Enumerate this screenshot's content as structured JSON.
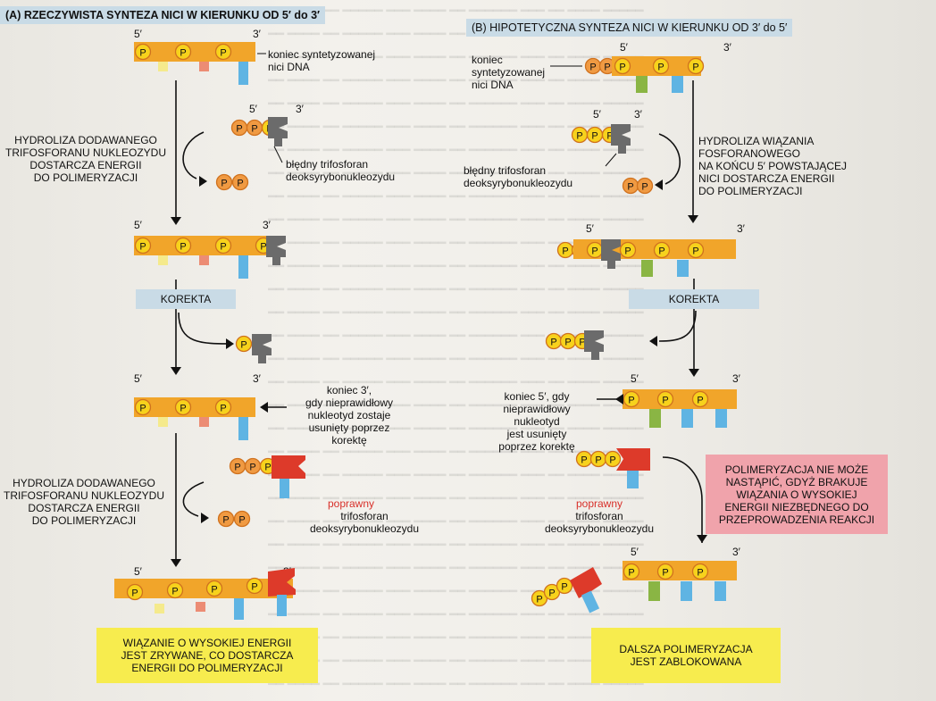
{
  "panelA": {
    "title": "(A)  RZECZYWISTA SYNTEZA NICI W KIERUNKU OD 5′ do 3′",
    "end_label": "koniec syntetyzowanej\nnici DNA",
    "hydrolysis_1": "HYDROLIZA DODAWANEGO\nTRIFOSFORANU NUKLEOZYDU\nDOSTARCZA ENERGII\nDO POLIMERYZACJI",
    "wrong_triphosphate": "błędny trifosforan\ndeoksyrybonukleozydu",
    "korekta": "KOREKTA",
    "proofread_note": "koniec 3′,\ngdy nieprawidłowy\nnukleotyd zostaje\nusunięty poprzez\nkorektę",
    "hydrolysis_2": "HYDROLIZA DODAWANEGO\nTRIFOSFORANU NUKLEOZYDU\nDOSTARCZA ENERGII\nDO POLIMERYZACJI",
    "correct_word": "poprawny",
    "correct_rest": "trifosforan\ndeoksyrybonukleozydu",
    "conclusion": "WIĄZANIE O WYSOKIEJ ENERGII\nJEST ZRYWANE, CO DOSTARCZA\nENERGII DO POLIMERYZACJI"
  },
  "panelB": {
    "title": "(B)  HIPOTETYCZNA SYNTEZA NICI W KIERUNKU OD 3′ do 5′",
    "end_label": "koniec\nsyntetyzowanej\nnici DNA",
    "hydrolysis": "HYDROLIZA WIĄZANIA\nFOSFORANOWEGO\nNA KOŃCU 5′ POWSTAJĄCEJ\nNICI DOSTARCZA ENERGII\nDO POLIMERYZACJI",
    "wrong_triphosphate": "błędny trifosforan\ndeoksyrybonukleozydu",
    "korekta": "KOREKTA",
    "proofread_note": "koniec 5′, gdy\nnieprawidłowy\nnukleotyd\njest usunięty\npoprzez korektę",
    "blocked_reason": "POLIMERYZACJA NIE MOŻE\nNASTĄPIĆ, GDYŻ BRAKUJE\nWIĄZANIA O WYSOKIEJ\nENERGII NIEZBĘDNEGO DO\nPRZEPROWADZENIA REAKCJI",
    "correct_word": "poprawny",
    "correct_rest": "trifosforan\ndeoksyrybonukleozydu",
    "conclusion": "DALSZA POLIMERYZACJA\nJEST ZABLOKOWANA"
  },
  "ends": {
    "five": "5′",
    "three": "3′"
  },
  "phosphate": "P",
  "colors": {
    "strand": "#f1a52a",
    "phosphate": "#f7d21c",
    "phosphate_free": "#f09a42",
    "wrong_base": "#6b6b6b",
    "correct_base": "#dd3a2a",
    "base_yellow": "#f5ea8c",
    "base_salmon": "#ec8c74",
    "base_blue": "#5fb4e3",
    "base_green": "#8ab544",
    "header_bg": "#c9dbe6",
    "korekta_bg": "#c9dbe6",
    "yellow_box": "#f7ec4e",
    "pink_box": "#f0a3ab"
  }
}
